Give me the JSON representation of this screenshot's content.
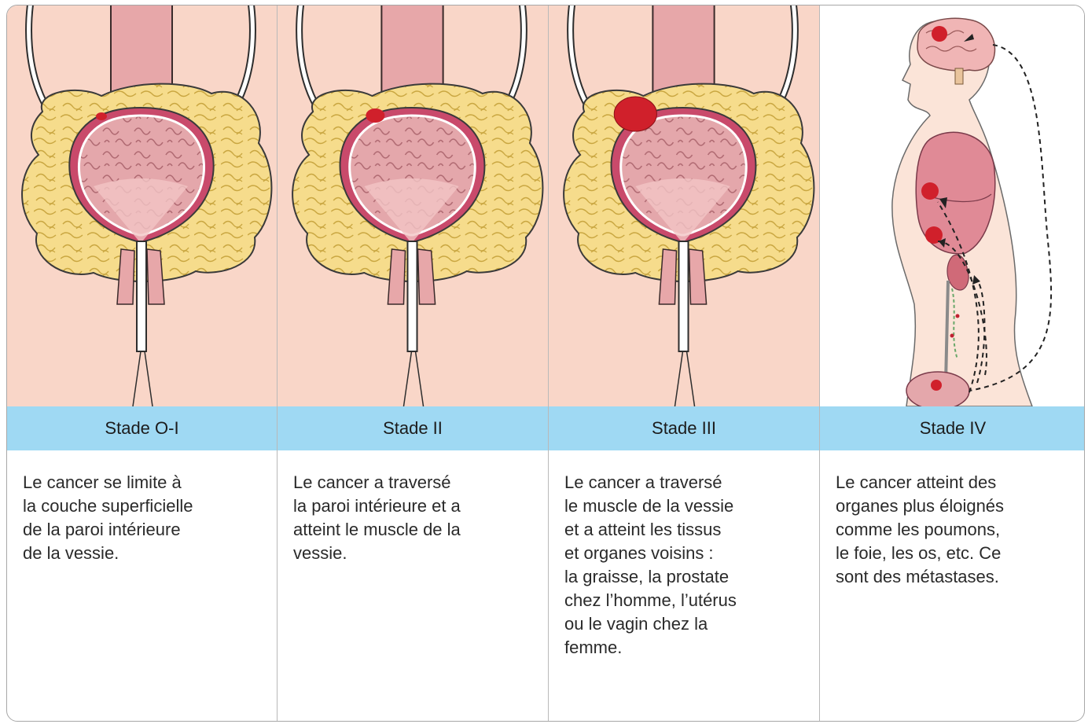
{
  "stages": [
    {
      "title": "Stade O-I",
      "text": "Le cancer se limite à\nla couche superficielle\nde la paroi intérieure\nde la vessie."
    },
    {
      "title": "Stade II",
      "text": "Le cancer a traversé\nla paroi intérieure et a\natteint le muscle de la\nvessie."
    },
    {
      "title": "Stade III",
      "text": "Le cancer a traversé\nle muscle de la vessie\net a atteint les tissus\net organes voisins :\nla graisse, la prostate\nchez l’homme, l’utérus\nou le vagin chez la\nfemme."
    },
    {
      "title": "Stade IV",
      "text": "Le cancer atteint des\norganes plus éloignés\ncomme les poumons,\nle foie, les os, etc. Ce\nsont des métastases."
    }
  ],
  "colors": {
    "band": "#9fd9f3",
    "background": "#f9d6c8",
    "bladder_wall": "#c94a6b",
    "bladder_inner": "#e9b0b4",
    "fat": "#f6dc8c",
    "tumor": "#d0202b"
  },
  "icons": [
    "bladder-illustration",
    "human-body-illustration",
    "tumor-icon",
    "metastasis-arrow-icon"
  ]
}
